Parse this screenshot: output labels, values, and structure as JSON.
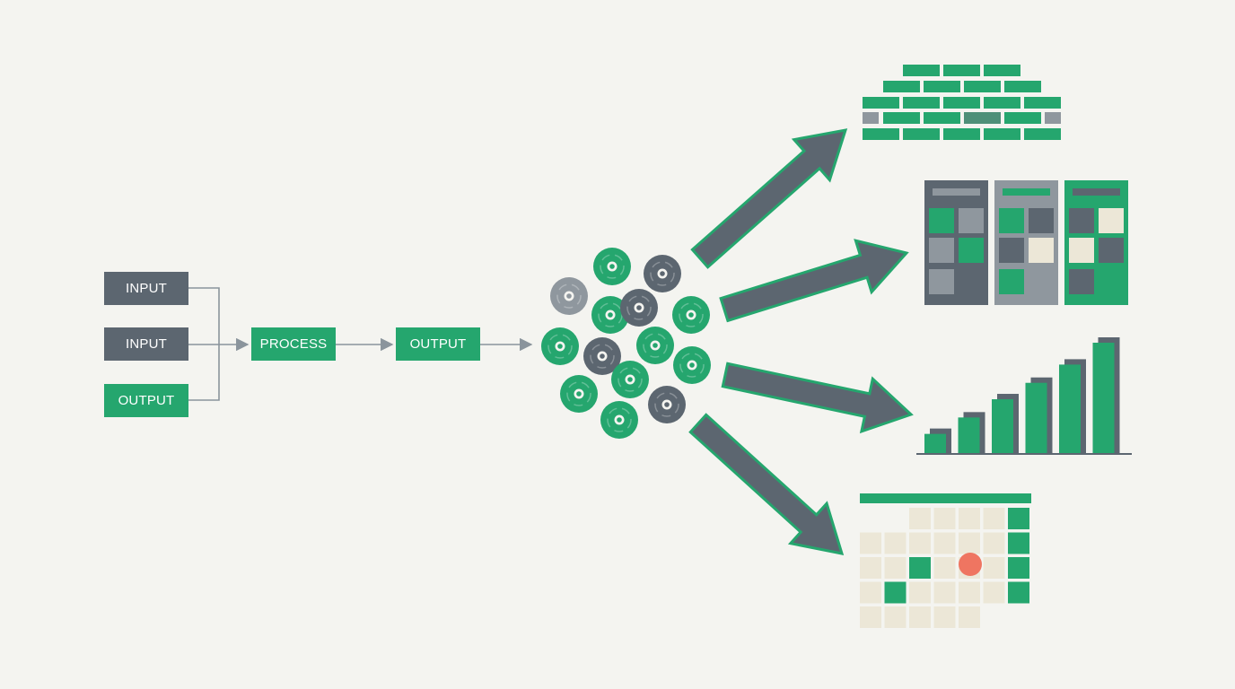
{
  "colors": {
    "background": "#f4f4f0",
    "green": "#25a66e",
    "slate": "#5c6670",
    "gray": "#8f979e",
    "cream": "#ece7d7",
    "red": "#ef7561",
    "connector": "#8a949c"
  },
  "flow": {
    "inputs": [
      {
        "label": "INPUT",
        "style": "slate"
      },
      {
        "label": "INPUT",
        "style": "slate"
      },
      {
        "label": "OUTPUT",
        "style": "green"
      }
    ],
    "process": {
      "label": "PROCESS",
      "style": "green"
    },
    "output": {
      "label": "OUTPUT",
      "style": "green"
    }
  },
  "icons": {
    "discs": "disc-cluster-icon",
    "arrows": "fan-out-arrow-icon",
    "targets": [
      "brick-wall-icon",
      "kanban-board-icon",
      "bar-chart-icon",
      "calendar-grid-icon"
    ]
  },
  "bar_chart_icon": {
    "values": [
      22,
      40,
      60,
      78,
      98,
      122
    ]
  }
}
